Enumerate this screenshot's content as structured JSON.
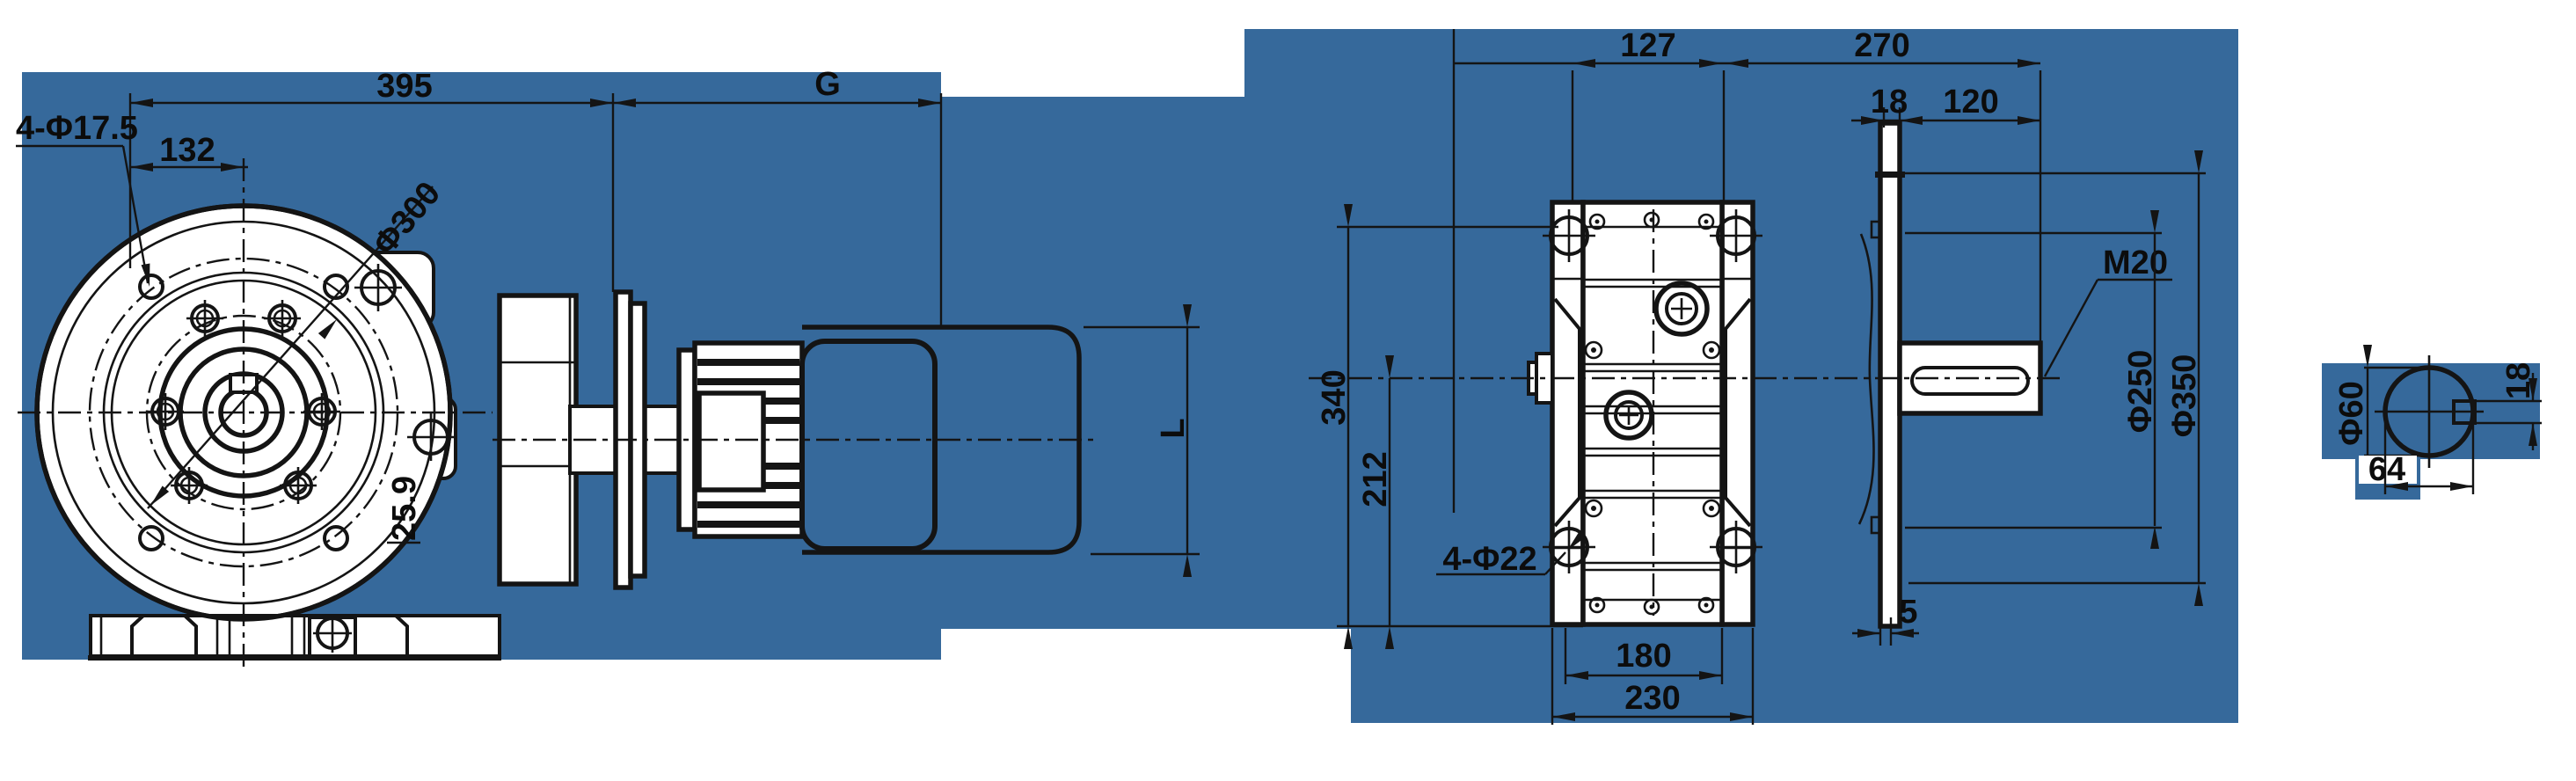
{
  "drawing_title": "gearmotor-dimension-drawing",
  "colors": {
    "background_blue": "#36699B",
    "paper_white": "#ffffff",
    "line": "#141414"
  },
  "front_view": {
    "dim_395": "395",
    "dim_132": "132",
    "dim_G": "G",
    "bolt_holes_note": "4-Φ17.5",
    "bolt_circle": "Φ300",
    "dim_25_9": "25.9",
    "dim_L": "L"
  },
  "side_view": {
    "dim_127": "127",
    "dim_270": "270",
    "dim_18": "18",
    "dim_120": "120",
    "dim_340": "340",
    "dim_212": "212",
    "thread_note": "M20",
    "bolt_holes_note": "4-Φ22",
    "dim_180": "180",
    "dim_230": "230",
    "dim_5": "5",
    "dia_250": "Φ250",
    "dia_350": "Φ350"
  },
  "shaft_section_view": {
    "dia_60": "Φ60",
    "dim_64": "64",
    "key_18": "18"
  }
}
